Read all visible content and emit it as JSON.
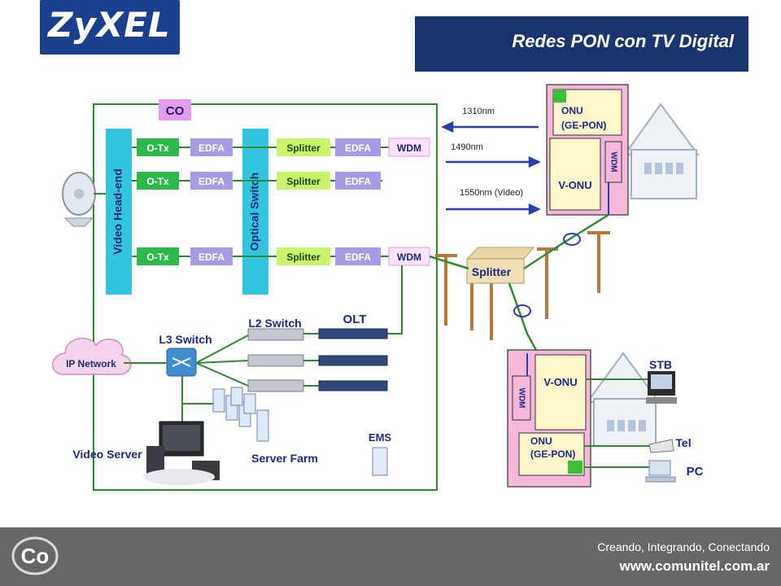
{
  "header": {
    "brand": "ZyXEL",
    "title": "Redes PON con TV Digital"
  },
  "diagram": {
    "co_label": "CO",
    "video_headend": "Video Head-end",
    "optical_switch": "Optical Switch",
    "otx": "O-Tx",
    "edfa": "EDFA",
    "splitter": "Splitter",
    "wdm": "WDM",
    "l2_switch": "L2 Switch",
    "l3_switch": "L3 Switch",
    "olt": "OLT",
    "ip_network": "IP Network",
    "video_server": "Video Server",
    "server_farm": "Server Farm",
    "ems": "EMS",
    "wl_1310": "1310nm",
    "wl_1490": "1490nm",
    "wl_1550": "1550nm (Video)",
    "onu_gepon_1": "ONU",
    "onu_gepon_2": "(GE-PON)",
    "v_onu": "V-ONU",
    "wdm_vertical": "WDM",
    "stb": "STB",
    "tel": "Tel",
    "pc": "PC"
  },
  "footer": {
    "logo": "Co",
    "tagline": "Creando, Integrando, Conectando",
    "url": "www.comunitel.com.ar"
  },
  "colors": {
    "header_bg": "#1a3470",
    "logo_bg": "#1b3f8f",
    "footer_bg": "#67676a",
    "green": "#2f8a2f",
    "cyan": "#33c5e0",
    "otx": "#2cb84a",
    "edfa": "#a79be6",
    "splitter": "#c8f36a",
    "wdm": "#e59bf0",
    "pink": "#f5b8d8",
    "arrow": "#2a3fa8"
  }
}
